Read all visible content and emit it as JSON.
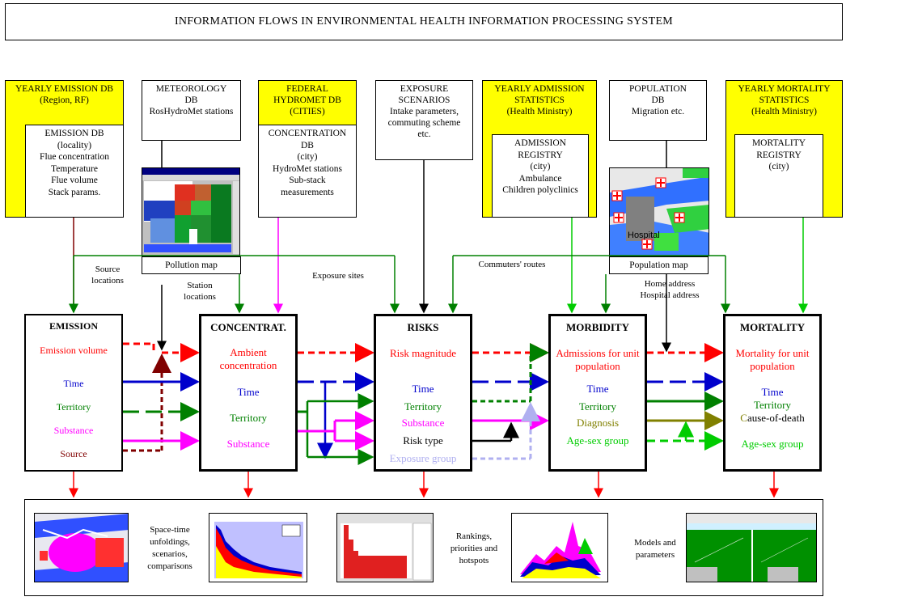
{
  "title": "INFORMATION FLOWS IN ENVIRONMENTAL HEALTH INFORMATION PROCESSING SYSTEM",
  "sources": {
    "emission_db": {
      "label": "YEARLY EMISSION DB\n(Region, RF)",
      "inner": "EMISSION DB\n(locality)\nFlue concentration\nTemperature\nFlue volume\nStack params."
    },
    "meteorology_db": {
      "label": "METEOROLOGY\nDB\nRosHydroMet stations"
    },
    "hydromet_db": {
      "label": "FEDERAL\nHYDROMET DB\n(CITIES)",
      "inner": "CONCENTRATION\nDB\n(city)\nHydroMet stations\nSub-stack\nmeasurements"
    },
    "exposure_scenarios": {
      "label": "EXPOSURE\nSCENARIOS\nIntake parameters,\ncommuting scheme\netc."
    },
    "admission_stats": {
      "label": "YEARLY ADMISSION\nSTATISTICS\n(Health Ministry)",
      "inner": "ADMISSION\nREGISTRY\n(city)\nAmbulance\nChildren polyclinics"
    },
    "population_db": {
      "label": "POPULATION\nDB\nMigration etc."
    },
    "mortality_stats": {
      "label": "YEARLY MORTALITY\nSTATISTICS\n(Health Ministry)",
      "inner": "MORTALITY\nREGISTRY\n(city)"
    }
  },
  "maps": {
    "pollution_map": "Pollution map",
    "population_map": "Population map",
    "hospital_text": "Hospital"
  },
  "notes": {
    "source_locations": "Source\nlocations",
    "station_locations": "Station\nlocations",
    "exposure_sites": "Exposure sites",
    "commuters_routes": "Commuters' routes",
    "home_hospital": "Home address\nHospital address"
  },
  "nodes": {
    "emission": {
      "title": "EMISSION",
      "fields": [
        "Emission volume",
        "Time",
        "Territory",
        "Substance",
        "Source"
      ]
    },
    "concentration": {
      "title": "CONCENTRAT.",
      "fields": [
        "Ambient\nconcentration",
        "Time",
        "Territory",
        "Substance"
      ]
    },
    "risks": {
      "title": "RISKS",
      "fields": [
        "Risk magnitude",
        "Time",
        "Territory",
        "Substance",
        "Risk type",
        "Exposure group"
      ]
    },
    "morbidity": {
      "title": "MORBIDITY",
      "fields": [
        "Admissions for unit\npopulation",
        "Time",
        "Territory",
        "Diagnosis",
        "Age-sex group"
      ]
    },
    "mortality": {
      "title": "MORTALITY",
      "fields": [
        "Mortality for unit\npopulation",
        "Time",
        "Territory",
        "Age-sex group"
      ],
      "cause_prefix": "C",
      "cause_rest": "ause-of-death"
    }
  },
  "outputs": {
    "caption_1": "Space-time\nunfoldings,\nscenarios,\ncomparisons",
    "caption_2": "Rankings,\npriorities and\nhotspots",
    "caption_3": "Models and\nparameters"
  },
  "colors": {
    "red": "#ff0000",
    "blue": "#0000cc",
    "green": "#008000",
    "magenta": "#ff00ff",
    "brown": "#800000",
    "lavender": "#b0b0f0",
    "olive": "#808000",
    "light_green": "#00cc00",
    "yellow": "#ffff00"
  }
}
